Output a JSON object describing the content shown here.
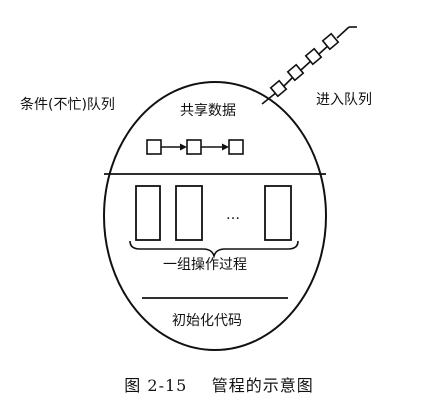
{
  "labels": {
    "condition_queue": "条件(不忙)队列",
    "shared_data": "共享数据",
    "entry_queue": "进入队列",
    "ellipsis": "…",
    "operation_procedures": "一组操作过程",
    "init_code": "初始化代码"
  },
  "caption": {
    "figure_number": "图 2-15",
    "title": "管程的示意图"
  }
}
